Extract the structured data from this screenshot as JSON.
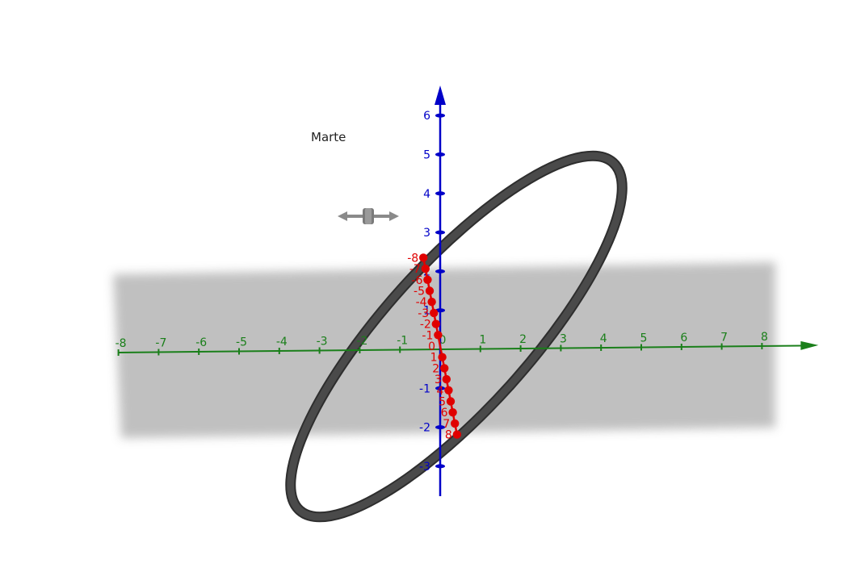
{
  "scene": {
    "object_label": "Marte",
    "colors": {
      "x_axis": "#1a7f1a",
      "y_axis": "#e00000",
      "z_axis": "#0000c8",
      "orbit": "#4a4a4a",
      "plane": "#bdbdbd",
      "move_handle": "#8a8a8a"
    },
    "x_axis": {
      "ticks": [
        -8,
        -7,
        -6,
        -5,
        -4,
        -3,
        -2,
        -1,
        0,
        1,
        2,
        3,
        4,
        5,
        6,
        7,
        8
      ]
    },
    "y_axis": {
      "ticks": [
        -8,
        -7,
        -6,
        -5,
        -4,
        -3,
        -2,
        -1,
        0,
        1,
        2,
        3,
        4,
        5,
        6,
        7,
        8
      ]
    },
    "z_axis": {
      "ticks": [
        -3,
        -2,
        -1,
        1,
        2,
        3,
        4,
        5,
        6
      ]
    },
    "icons": {
      "move_handle": "move-arrows-icon"
    }
  }
}
